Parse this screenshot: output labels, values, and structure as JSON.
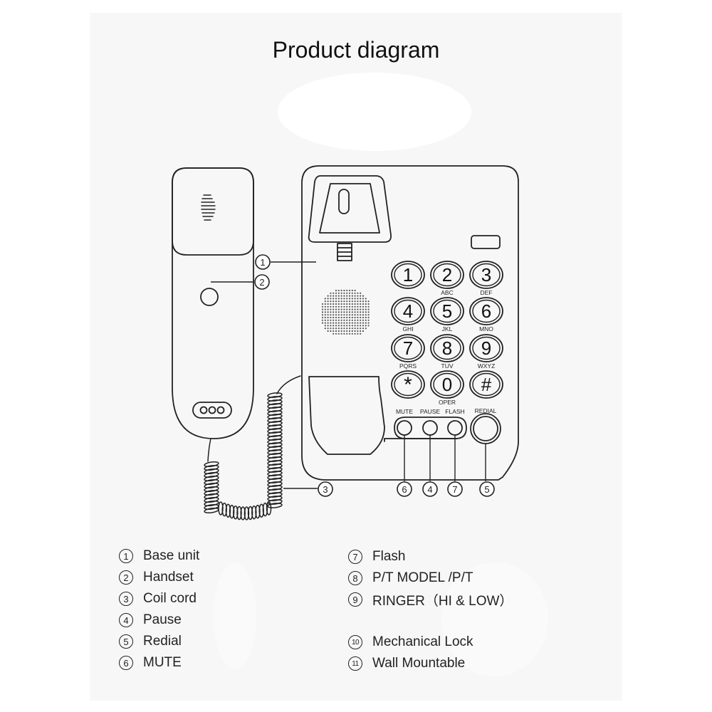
{
  "title": "Product diagram",
  "callouts": [
    "1",
    "2",
    "3",
    "6",
    "4",
    "7",
    "5"
  ],
  "keypad": {
    "keys": [
      {
        "digit": "1",
        "letters": ""
      },
      {
        "digit": "2",
        "letters": "ABC"
      },
      {
        "digit": "3",
        "letters": "DEF"
      },
      {
        "digit": "4",
        "letters": "GHI"
      },
      {
        "digit": "5",
        "letters": "JKL"
      },
      {
        "digit": "6",
        "letters": "MNO"
      },
      {
        "digit": "7",
        "letters": "PQRS"
      },
      {
        "digit": "8",
        "letters": "TUV"
      },
      {
        "digit": "9",
        "letters": "WXYZ"
      },
      {
        "digit": "*",
        "letters": ""
      },
      {
        "digit": "0",
        "letters": "OPER"
      },
      {
        "digit": "#",
        "letters": ""
      }
    ],
    "function_labels": [
      "MUTE",
      "PAUSE",
      "FLASH",
      "REDIAL"
    ]
  },
  "legend": {
    "left": [
      {
        "num": "1",
        "label": "Base unit"
      },
      {
        "num": "2",
        "label": "Handset"
      },
      {
        "num": "3",
        "label": "Coil cord"
      },
      {
        "num": "4",
        "label": "Pause"
      },
      {
        "num": "5",
        "label": "Redial"
      },
      {
        "num": "6",
        "label": "MUTE"
      }
    ],
    "right": [
      {
        "num": "7",
        "label": "Flash"
      },
      {
        "num": "8",
        "label": "P/T MODEL /P/T"
      },
      {
        "num": "9",
        "label": "RINGER（HI & LOW）"
      },
      {
        "num": "10",
        "label": "Mechanical Lock"
      },
      {
        "num": "11",
        "label": "Wall Mountable"
      }
    ]
  }
}
